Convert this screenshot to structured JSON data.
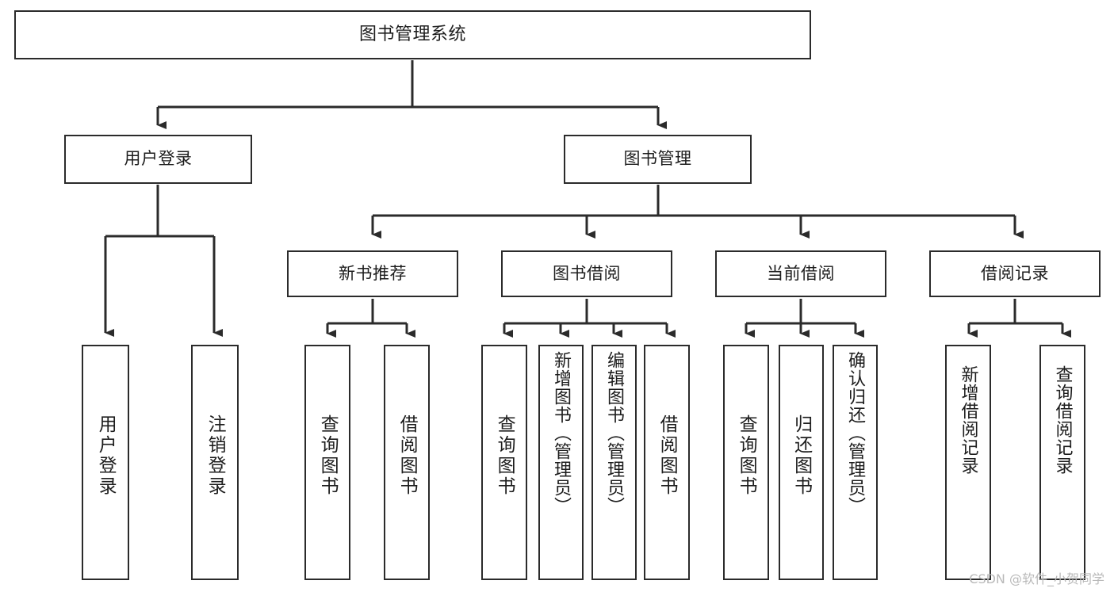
{
  "diagram": {
    "title": "图书管理系统",
    "type": "tree",
    "watermark": "CSDN @软件_小贺同学",
    "colors": {
      "stroke": "#2b2b2b",
      "fill": "#ffffff",
      "text": "#1d1d1d",
      "watermark": "#b9b9b9"
    },
    "root": {
      "label": "图书管理系统"
    },
    "level2": [
      {
        "label": "用户登录"
      },
      {
        "label": "图书管理"
      }
    ],
    "level3": [
      {
        "label": "新书推荐"
      },
      {
        "label": "图书借阅"
      },
      {
        "label": "当前借阅"
      },
      {
        "label": "借阅记录"
      }
    ],
    "leaves": {
      "user_login": [
        {
          "label": "用户登录"
        },
        {
          "label": "注销登录"
        }
      ],
      "new_book_rec": [
        {
          "label": "查询图书"
        },
        {
          "label": "借阅图书"
        }
      ],
      "book_borrow": [
        {
          "label": "查询图书"
        },
        {
          "label": "新增图书（管理员）"
        },
        {
          "label": "编辑图书（管理员）"
        },
        {
          "label": "借阅图书"
        }
      ],
      "current_borrow": [
        {
          "label": "查询图书"
        },
        {
          "label": "归还图书"
        },
        {
          "label": "确认归还（管理员）"
        }
      ],
      "borrow_record": [
        {
          "label": "新增借阅记录"
        },
        {
          "label": "查询借阅记录"
        }
      ]
    }
  }
}
